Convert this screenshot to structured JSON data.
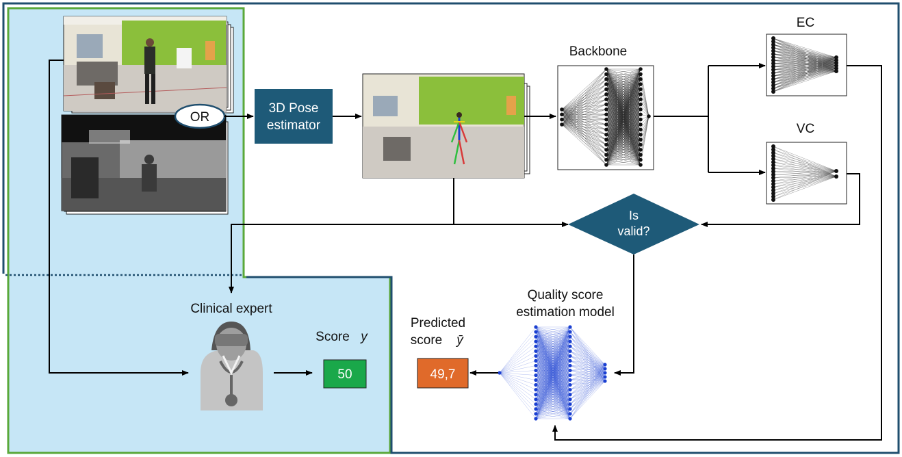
{
  "labels": {
    "or": "OR",
    "pose_estimator": [
      "3D Pose",
      "estimator"
    ],
    "backbone": "Backbone",
    "ec": "EC",
    "vc": "VC",
    "is_valid": [
      "Is",
      "valid?"
    ],
    "clinical_expert": "Clinical expert",
    "score": "Score",
    "score_symbol": "y",
    "score_value": "50",
    "quality_model": [
      "Quality score",
      "estimation model"
    ],
    "predicted": [
      "Predicted",
      "score"
    ],
    "predicted_symbol": "ȳ",
    "predicted_value": "49,7"
  },
  "colors": {
    "region_fill": "#c6e6f6",
    "green_border": "#5aa83a",
    "blue_border": "#1f4e6e",
    "box_fill": "#1e5a78",
    "score_green": "#1aa84a",
    "predicted_orange": "#e06a2a",
    "nn_blue": "#1a3fd1"
  }
}
